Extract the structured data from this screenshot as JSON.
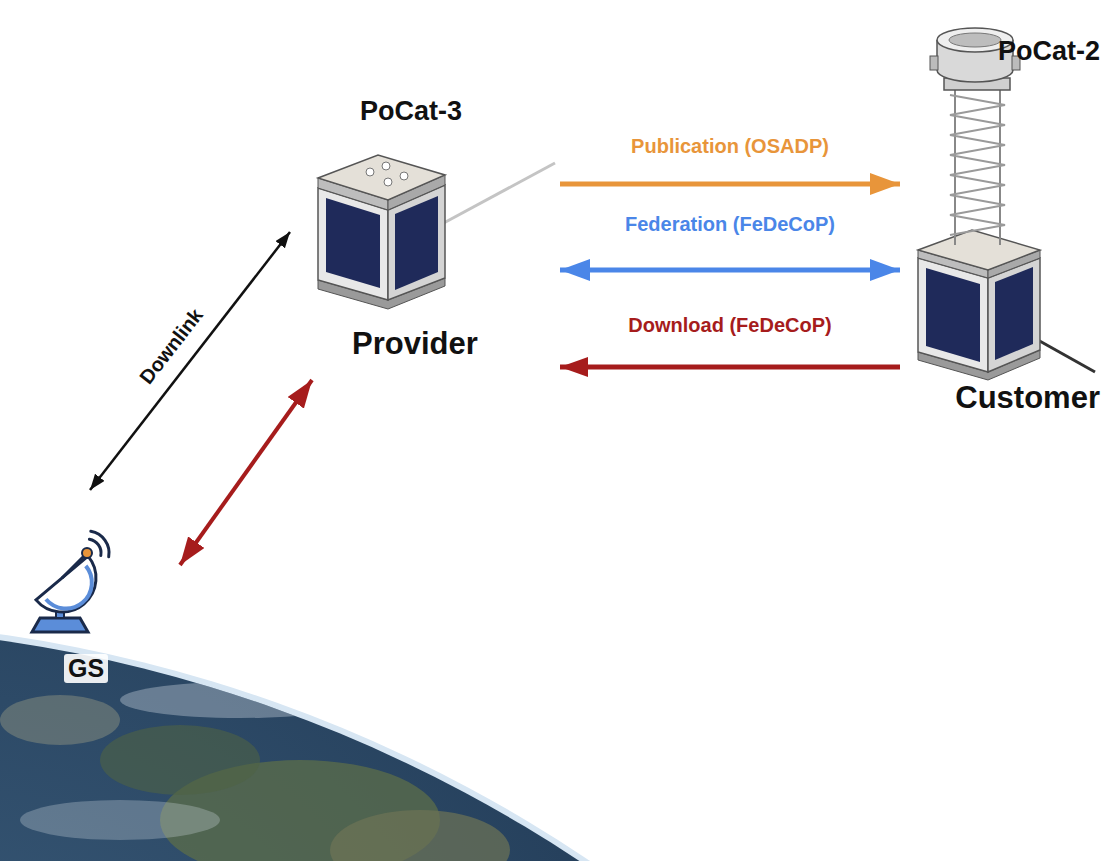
{
  "diagram": {
    "nodes": [
      {
        "text": [
          "PoCat-3",
          "Provider"
        ]
      },
      {
        "text": [
          "PoCat-2",
          "Customer"
        ]
      },
      {
        "text": [
          "GS"
        ]
      }
    ],
    "edges": [
      {
        "from": 0,
        "to": 1,
        "arrow": "to",
        "label": "Publication (OSADP)"
      },
      {
        "from": 0,
        "to": 1,
        "arrow": "both",
        "label": "Federation (FeDeCoP)"
      },
      {
        "from": 1,
        "to": 0,
        "arrow": "to",
        "label": "Download (FeDeCoP)"
      },
      {
        "from": 2,
        "to": 0,
        "arrow": "both",
        "label": "Downlink"
      },
      {
        "from": 2,
        "to": 0,
        "arrow": "both"
      }
    ]
  }
}
